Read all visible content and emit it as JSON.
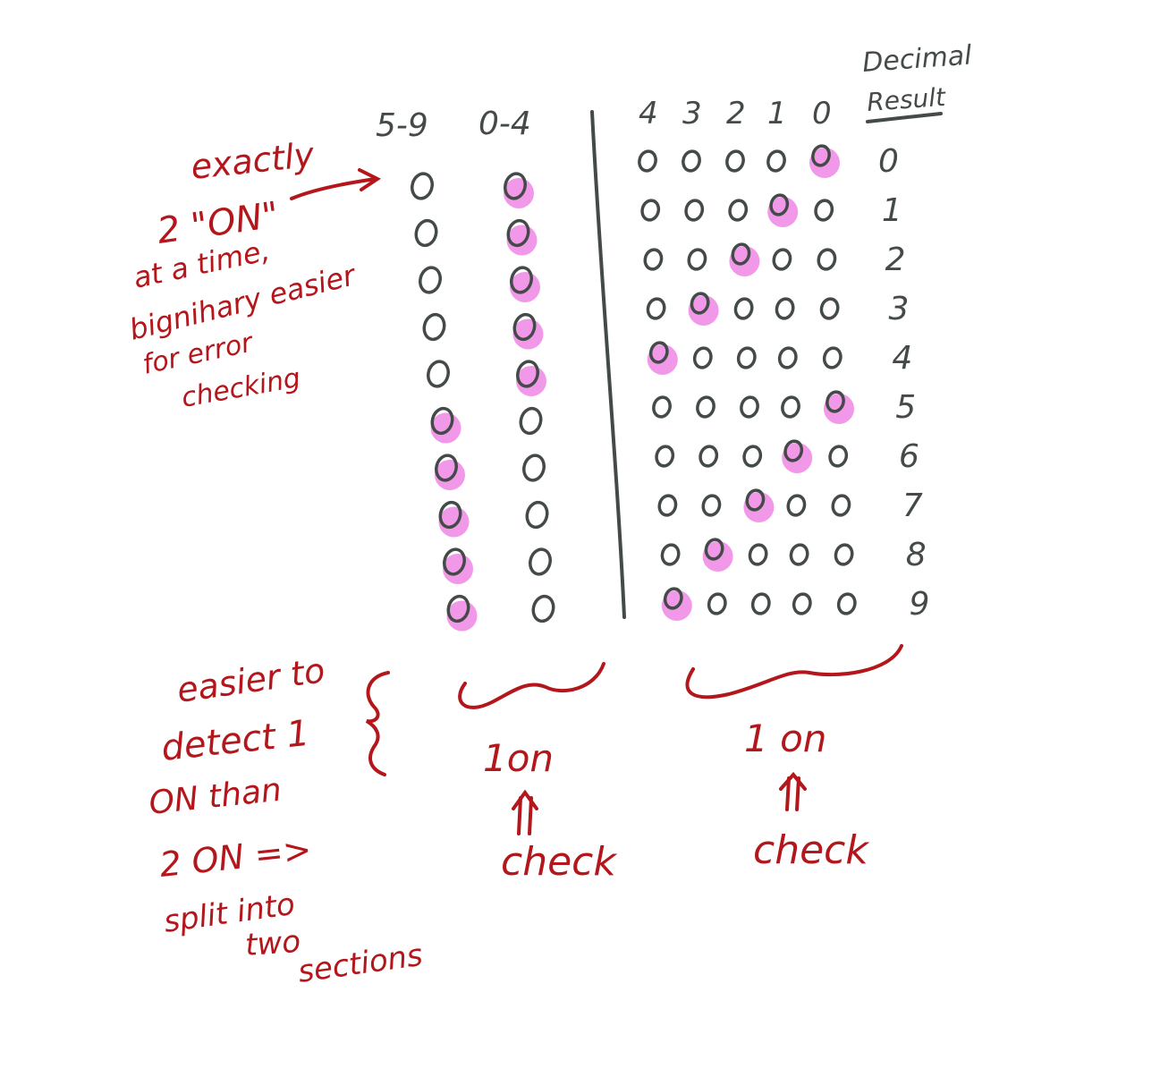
{
  "colors": {
    "ink_red": "#b3161b",
    "ink_gray": "#444a48",
    "highlight": "#f08ee6"
  },
  "left_section": {
    "headers": [
      "5-9",
      "0-4"
    ],
    "rows": [
      [
        0,
        1
      ],
      [
        0,
        1
      ],
      [
        0,
        1
      ],
      [
        0,
        1
      ],
      [
        0,
        1
      ],
      [
        1,
        0
      ],
      [
        1,
        0
      ],
      [
        1,
        0
      ],
      [
        1,
        0
      ],
      [
        1,
        0
      ]
    ]
  },
  "right_section": {
    "headers": [
      "4",
      "3",
      "2",
      "1",
      "0"
    ],
    "result_header": [
      "Decimal",
      "Result"
    ],
    "rows": [
      {
        "bits": [
          0,
          0,
          0,
          0,
          1
        ],
        "result": "0"
      },
      {
        "bits": [
          0,
          0,
          0,
          1,
          0
        ],
        "result": "1"
      },
      {
        "bits": [
          0,
          0,
          1,
          0,
          0
        ],
        "result": "2"
      },
      {
        "bits": [
          0,
          1,
          0,
          0,
          0
        ],
        "result": "3"
      },
      {
        "bits": [
          1,
          0,
          0,
          0,
          0
        ],
        "result": "4"
      },
      {
        "bits": [
          0,
          0,
          0,
          0,
          1
        ],
        "result": "5"
      },
      {
        "bits": [
          0,
          0,
          0,
          1,
          0
        ],
        "result": "6"
      },
      {
        "bits": [
          0,
          0,
          1,
          0,
          0
        ],
        "result": "7"
      },
      {
        "bits": [
          0,
          1,
          0,
          0,
          0
        ],
        "result": "8"
      },
      {
        "bits": [
          1,
          0,
          0,
          0,
          0
        ],
        "result": "9"
      }
    ]
  },
  "notes": {
    "top_left": [
      "exactly",
      "2 \"ON\"",
      "at a time,",
      "bignihary easier",
      "for error",
      "checking"
    ],
    "bottom_left": [
      "easier to",
      "detect 1",
      "ON than",
      "2 ON =>",
      "split into",
      "two",
      "sections"
    ],
    "left_check_label": "1on",
    "left_check_word": "check",
    "right_check_label": "1 on",
    "right_check_word": "check"
  }
}
